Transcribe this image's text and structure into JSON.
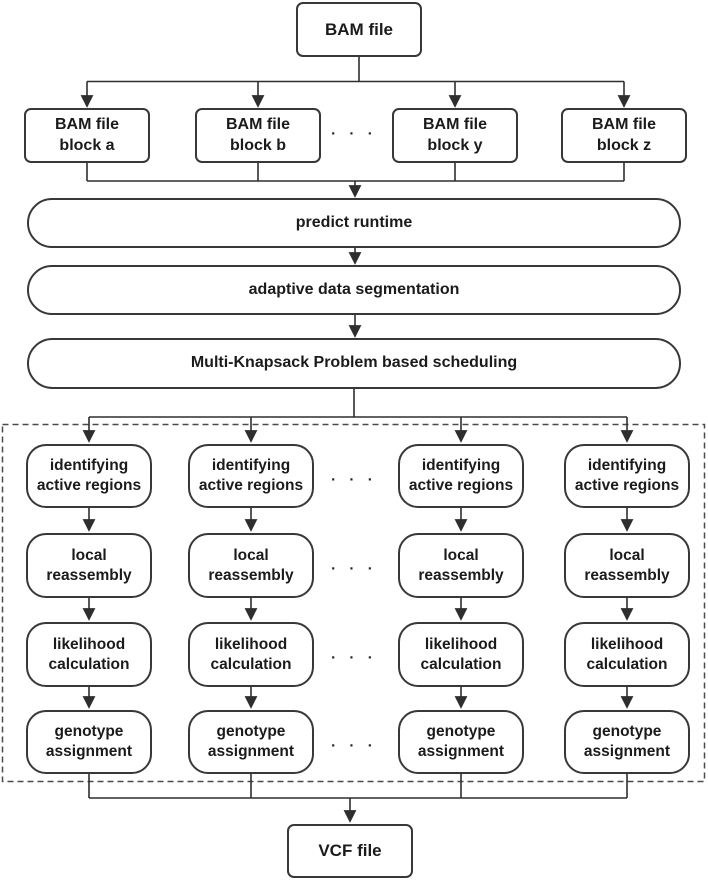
{
  "nodes": {
    "bam_file": {
      "label": "BAM file"
    },
    "bam_blocks": [
      {
        "label": "BAM file\nblock a"
      },
      {
        "label": "BAM file\nblock b"
      },
      {
        "label": "BAM file\nblock y"
      },
      {
        "label": "BAM file\nblock z"
      }
    ],
    "stages": [
      {
        "label": "predict runtime"
      },
      {
        "label": "adaptive data segmentation"
      },
      {
        "label": "Multi-Knapsack Problem based scheduling"
      }
    ],
    "pipeline_steps": [
      {
        "label": "identifying\nactive regions"
      },
      {
        "label": "local\nreassembly"
      },
      {
        "label": "likelihood\ncalculation"
      },
      {
        "label": "genotype\nassignment"
      }
    ],
    "vcf_file": {
      "label": "VCF file"
    },
    "ellipsis": ". . ."
  },
  "colors": {
    "line": "#2e2e2e",
    "box_border": "#383838",
    "text": "#1b1b1b",
    "dashed_border": "#4a4a4a",
    "background": "#ffffff"
  }
}
